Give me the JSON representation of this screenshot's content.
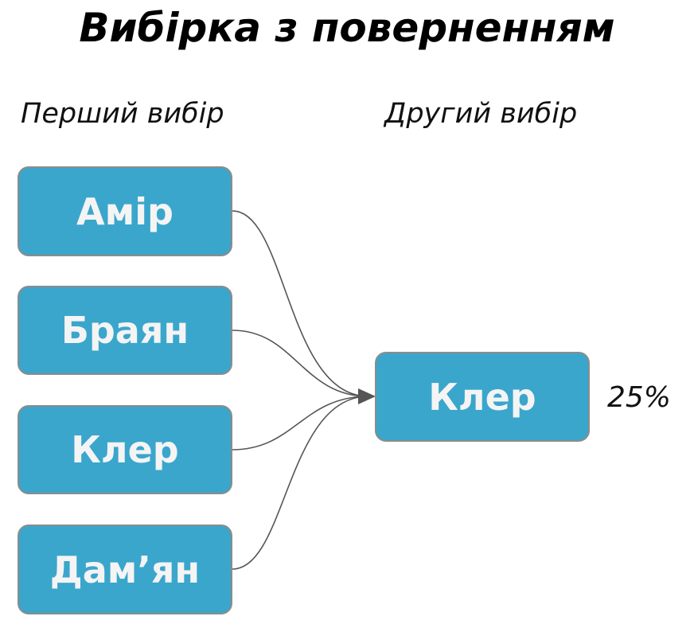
{
  "title": "Вибірка з поверненням",
  "columns": {
    "first": "Перший вибір",
    "second": "Другий вибір"
  },
  "first_choices": [
    "Амір",
    "Браян",
    "Клер",
    "Дам’ян"
  ],
  "second_choice": "Клер",
  "probability": "25%",
  "colors": {
    "box_fill": "#3aa6cc",
    "box_border": "#8c8c8c",
    "box_text": "#f4f4f4",
    "connector": "#555555"
  }
}
